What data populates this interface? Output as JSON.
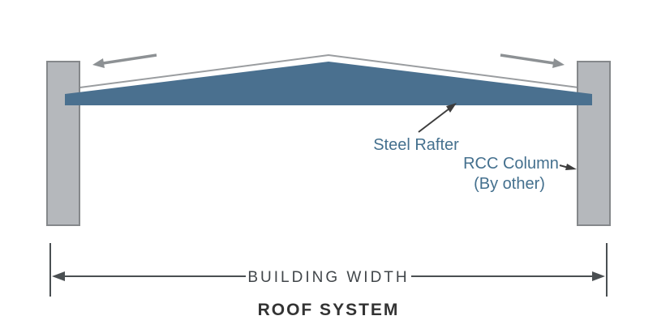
{
  "diagram": {
    "title": "ROOF SYSTEM",
    "labels": {
      "steel_rafter": "Steel Rafter",
      "rcc_column_line1": "RCC Column",
      "rcc_column_line2": "(By other)",
      "building_width": "BUILDING WIDTH",
      "roof_system": "ROOF SYSTEM"
    },
    "colors": {
      "rafter": "#4a708f",
      "column_fill": "#b5b8bc",
      "column_stroke": "#85888b",
      "roof_line": "#9a9da0",
      "arrow": "#8d9194",
      "pointer": "#3d3d3d",
      "dimension_line": "#4a4f52",
      "label_text": "#44708e",
      "dimension_text": "#41464a",
      "title_text": "#333333"
    }
  }
}
